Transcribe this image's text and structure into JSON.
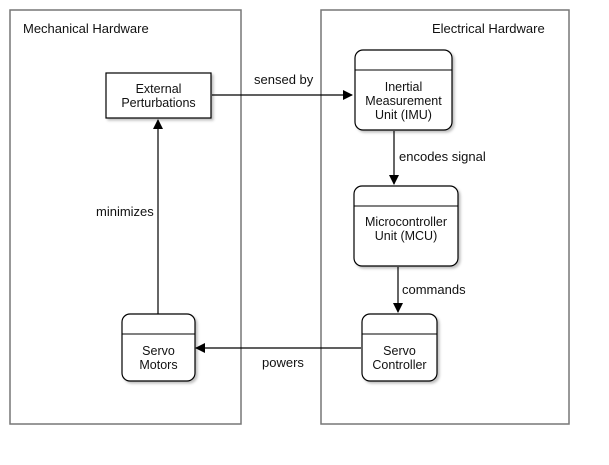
{
  "containers": {
    "mechanical": "Mechanical Hardware",
    "electrical": "Electrical Hardware"
  },
  "nodes": {
    "external_perturbations": [
      "External",
      "Perturbations"
    ],
    "imu": [
      "Inertial",
      "Measurement",
      "Unit (IMU)"
    ],
    "mcu": [
      "Microcontroller",
      "Unit (MCU)"
    ],
    "servo_controller": [
      "Servo",
      "Controller"
    ],
    "servo_motors": [
      "Servo",
      "Motors"
    ]
  },
  "edges": {
    "sensed_by": "sensed by",
    "encodes_signal": "encodes signal",
    "commands": "commands",
    "powers": "powers",
    "minimizes": "minimizes"
  }
}
